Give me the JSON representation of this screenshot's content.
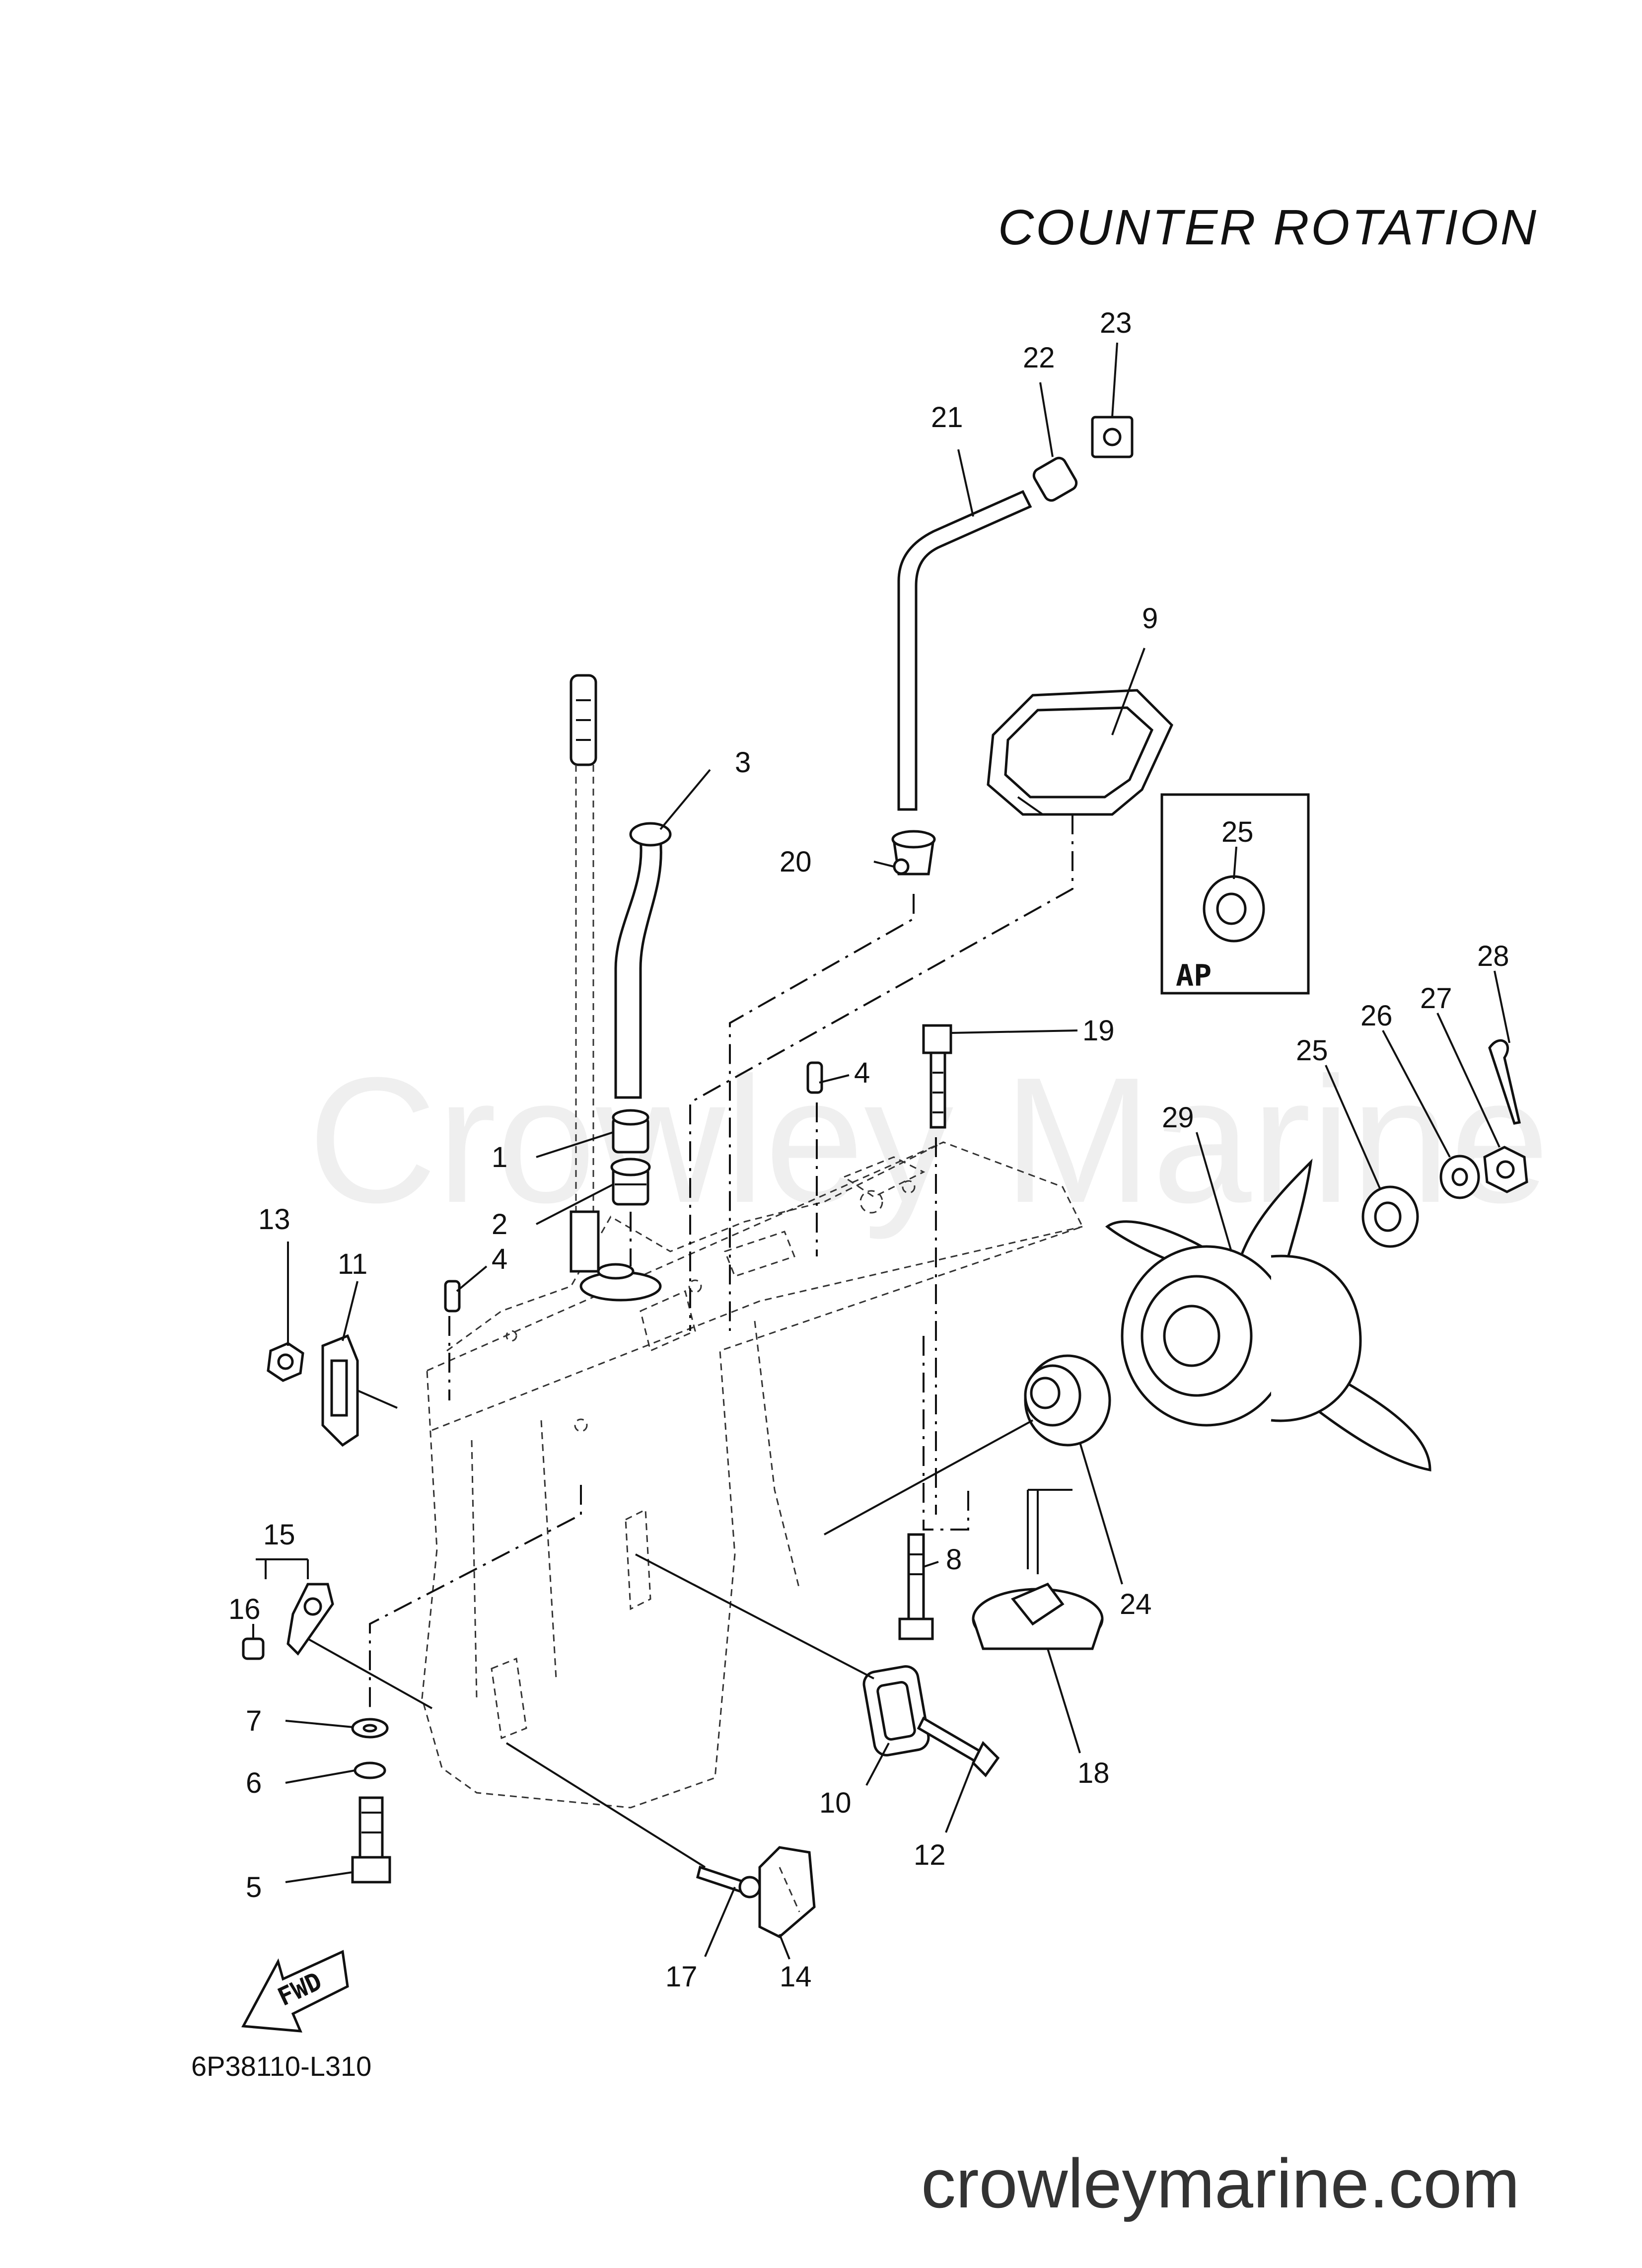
{
  "title": "COUNTER  ROTATION",
  "diagram_code": "6P38110-L310",
  "watermark": "Crowley Marine",
  "website": "crowleymarine.com",
  "inset_label": "AP",
  "fwd_label": "FWD",
  "callouts": {
    "c1": "1",
    "c2": "2",
    "c3": "3",
    "c4a": "4",
    "c4b": "4",
    "c5": "5",
    "c6": "6",
    "c7": "7",
    "c8": "8",
    "c9": "9",
    "c10": "10",
    "c11": "11",
    "c12": "12",
    "c13": "13",
    "c14": "14",
    "c15": "15",
    "c16": "16",
    "c17": "17",
    "c18": "18",
    "c19": "19",
    "c20": "20",
    "c21": "21",
    "c22": "22",
    "c23": "23",
    "c24": "24",
    "c25a": "25",
    "c25b": "25",
    "c26": "26",
    "c27": "27",
    "c28": "28",
    "c29": "29"
  }
}
